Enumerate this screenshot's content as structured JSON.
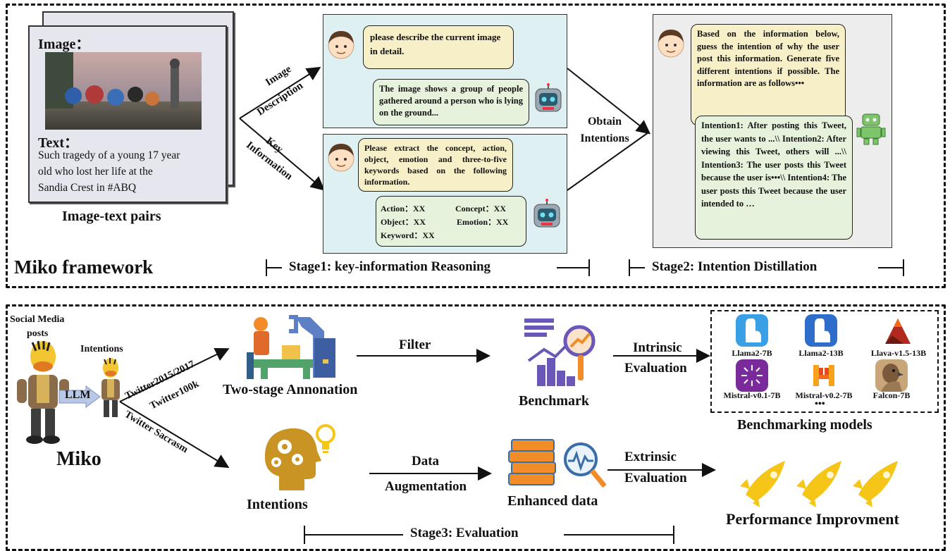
{
  "top": {
    "image_label": "Image：",
    "text_label": "Text：",
    "text_lines": [
      "Such tragedy of a young 17 year",
      "old who lost her life at the",
      "Sandia Crest in #ABQ"
    ],
    "pairs_caption": "Image-text pairs",
    "branch_upper_line1": "Image",
    "branch_upper_line2": "Description",
    "branch_lower_line1": "Key",
    "branch_lower_line2": "Information",
    "q1": "please describe the current image in detail.",
    "a1": "The image shows a group of people gathered around a person who is lying on the ground...",
    "q2": "Please extract the concept, action, object, emotion and three-to-five keywords based on the following information.",
    "a2": {
      "action": "Action：XX",
      "concept": "Concept：XX",
      "object": "Object：XX",
      "emotion": "Emotion：XX",
      "keyword": "Keyword：XX"
    },
    "obtain_line1": "Obtain",
    "obtain_line2": "Intentions",
    "q3": "Based on the information below, guess the intention of why the user post this information. Generate five different intentions if possible. The information are as follows•••",
    "a3": "Intention1: After posting this Tweet, the user wants to ...\\\\ Intention2: After viewing this Tweet, others will ...\\\\ Intention3: The user posts this Tweet because the user is•••\\\\ Intention4: The user posts this Tweet because the user intended to …",
    "framework_title": "Miko framework",
    "stage1": "Stage1: key-information Reasoning",
    "stage2": "Stage2: Intention Distillation"
  },
  "bottom": {
    "social_line1": "Social Media",
    "social_line2": "posts",
    "intentions_small": "Intentions",
    "llm": "LLM",
    "miko": "Miko",
    "route1": "Twitter2015/2017",
    "route2": "Twitter100k",
    "route3": "Twitter Sacrasm",
    "two_stage": "Two-stage Annonation",
    "filter": "Filter",
    "benchmark": "Benchmark",
    "intrinsic_line1": "Intrinsic",
    "intrinsic_line2": "Evaluation",
    "models": [
      "Llama2-7B",
      "Llama2-13B",
      "Llava-v1.5-13B",
      "Mistral-v0.1-7B",
      "Mistral-v0.2-7B",
      "Falcon-7B"
    ],
    "models_more": "•••",
    "benchmarking_models": "Benchmarking models",
    "intentions": "Intentions",
    "data_line1": "Data",
    "data_line2": "Augmentation",
    "enhanced": "Enhanced data",
    "extrinsic_line1": "Extrinsic",
    "extrinsic_line2": "Evaluation",
    "performance": "Performance Improvment",
    "stage3": "Stage3: Evaluation"
  },
  "colors": {
    "stage1_bg": "#dff0f3",
    "stage2_bg": "#ededed",
    "question_bubble": "#f7efc8",
    "answer_bubble": "#e6f2db",
    "rocket": "#f5c518",
    "accent_orange": "#f28c28",
    "purple": "#7b5cc4"
  }
}
